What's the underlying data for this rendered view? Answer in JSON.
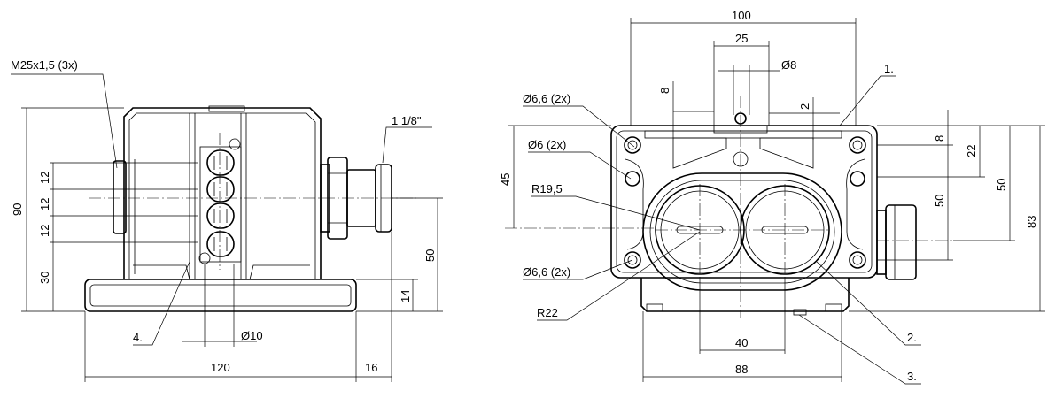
{
  "side_view": {
    "thread_callout": "M25x1,5 (3x)",
    "conduit_size": "1 1/8\"",
    "height_total": "90",
    "pitch_1": "12",
    "pitch_2": "12",
    "pitch_3": "12",
    "base_to_switch": "30",
    "fixing_hole_dia": "Ø10",
    "axis_height": "50",
    "foot_height": "14",
    "base_length": "120",
    "flange_offset": "16",
    "item_4": "4."
  },
  "front_view": {
    "width_total": "100",
    "hole_pitch_top": "25",
    "pin_dia": "Ø8",
    "top_offset": "8",
    "step_2": "2",
    "mount_holes_top": "Ø6,6 (2x)",
    "holes_6": "Ø6 (2x)",
    "vertical_45": "45",
    "radius_19": "R19,5",
    "mount_holes_bottom": "Ø6,6 (2x)",
    "radius_22": "R22",
    "dim_8_right": "8",
    "dim_22_right": "22",
    "dim_50_inner": "50",
    "dim_50_outer": "50",
    "dim_83": "83",
    "dim_40": "40",
    "dim_88": "88",
    "item_1": "1.",
    "item_2": "2.",
    "item_3": "3."
  }
}
